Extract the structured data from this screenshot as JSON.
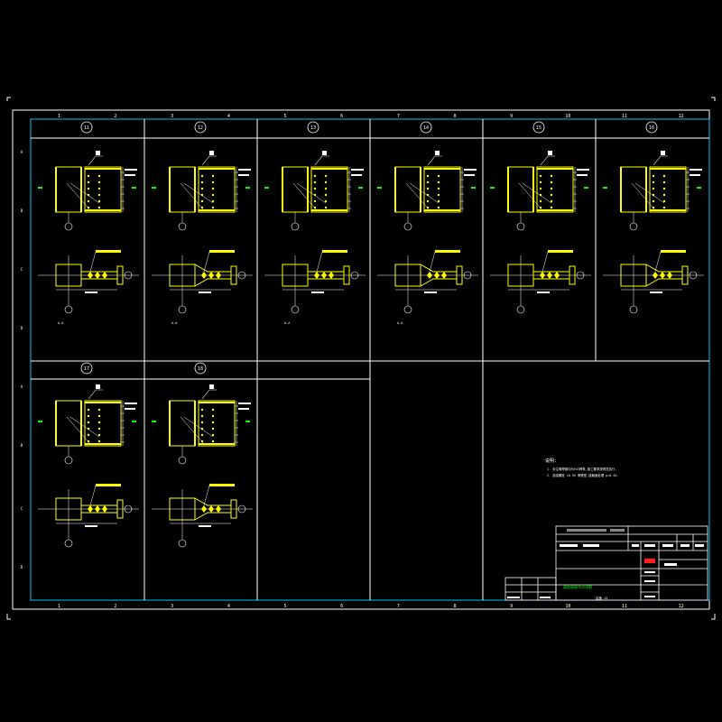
{
  "colors": {
    "background": "#000000",
    "frame": "#ffffff",
    "border": "#00c8ff",
    "steel": "#ffff00",
    "weld": "#ffff00",
    "dim": "#ffffff",
    "section": "#00ff00",
    "title_highlight": "#00ff00",
    "marker": "#ff2020"
  },
  "grid": {
    "columns": [
      "1",
      "2",
      "3",
      "4",
      "5",
      "6",
      "7",
      "8",
      "9",
      "10",
      "11",
      "12"
    ],
    "rows": [
      "A",
      "B",
      "C",
      "D"
    ]
  },
  "details": [
    {
      "id": "11",
      "section_label": "A-A",
      "variant": "column"
    },
    {
      "id": "12",
      "section_label": "A-A",
      "variant": "haunch"
    },
    {
      "id": "13",
      "section_label": "A-A",
      "variant": "column"
    },
    {
      "id": "14",
      "section_label": "A-A",
      "variant": "haunch"
    },
    {
      "id": "15",
      "section_label": "",
      "variant": "column"
    },
    {
      "id": "16",
      "section_label": "",
      "variant": "haunch"
    },
    {
      "id": "17",
      "section_label": "",
      "variant": "column"
    },
    {
      "id": "18",
      "section_label": "",
      "variant": "haunch"
    }
  ],
  "notes": {
    "heading": "说明:",
    "line1": "1. 未注明焊缝均为E43焊条,施工要求按规范执行.",
    "line2": "2. 高强螺栓 10.9S 摩擦型,接触面处理 μ=0.45."
  },
  "title_block": {
    "drawing_title": "梁柱刚接节点详图",
    "sheet_no": "结施-14"
  }
}
